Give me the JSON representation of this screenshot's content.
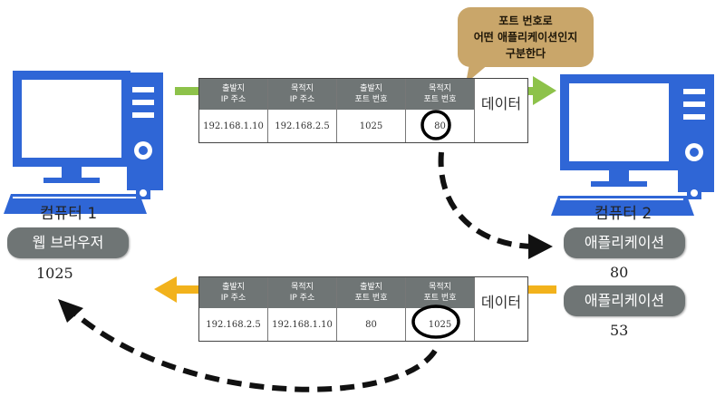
{
  "left": {
    "computer_label": "컴퓨터 1",
    "app_label": "웹 브라우저",
    "port": "1025"
  },
  "right": {
    "computer_label": "컴퓨터 2",
    "apps": [
      {
        "label": "애플리케이션",
        "port": "80"
      },
      {
        "label": "애플리케이션",
        "port": "53"
      }
    ]
  },
  "bubble": {
    "text": "포트 번호로\n어떤 애플리케이션인지\n구분한다"
  },
  "packets": [
    {
      "fields": [
        {
          "header": "출발지\nIP 주소",
          "value": "192.168.1.10"
        },
        {
          "header": "목적지\nIP 주소",
          "value": "192.168.2.5"
        },
        {
          "header": "출발지\n포트 번호",
          "value": "1025"
        },
        {
          "header": "목적지\n포트 번호",
          "value": "80"
        }
      ],
      "data_label": "데이터"
    },
    {
      "fields": [
        {
          "header": "출발지\nIP 주소",
          "value": "192.168.2.5"
        },
        {
          "header": "목적지\nIP 주소",
          "value": "192.168.1.10"
        },
        {
          "header": "출발지\n포트 번호",
          "value": "80"
        },
        {
          "header": "목적지\n포트 번호",
          "value": "1025"
        }
      ],
      "data_label": "데이터"
    }
  ],
  "colors": {
    "monitor_blue": "#2f66d6",
    "screen": "#ffffff",
    "pill_gray": "#6f7575",
    "arrow_green": "#8dc24a",
    "arrow_orange": "#f2b21c",
    "bubble_tan": "#c9a66a"
  }
}
